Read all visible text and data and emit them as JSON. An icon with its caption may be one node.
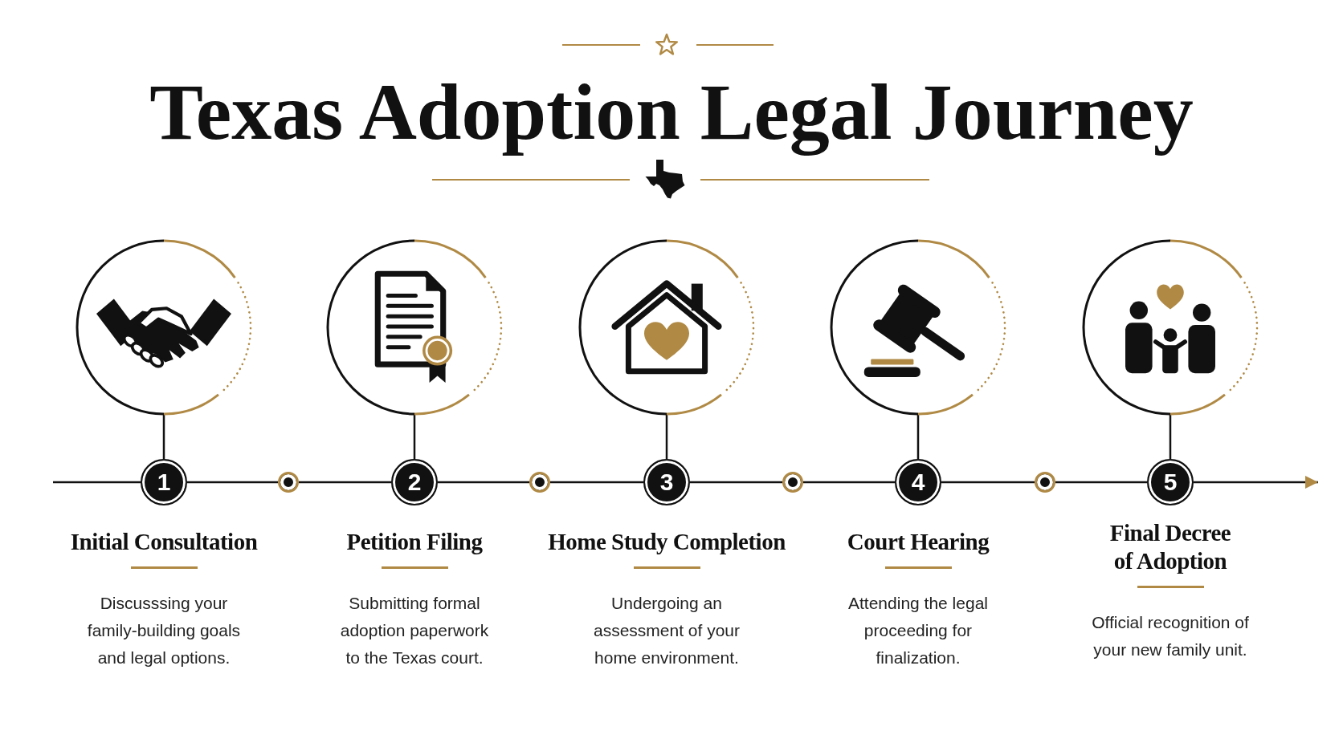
{
  "diagram": {
    "title": "Texas Adoption Legal Journey",
    "nodes": [
      {
        "text": [],
        "shape": "picture"
      },
      {
        "text": [],
        "shape": "picture"
      },
      {
        "text": [],
        "shape": "picture"
      },
      {
        "text": [],
        "shape": "picture"
      },
      {
        "text": [],
        "shape": "picture"
      },
      {
        "text": [
          "1"
        ],
        "beside": [
          "Initial Consultation",
          "Discusssing your family-building goals and legal options."
        ]
      },
      {
        "text": [],
        "shape": "circle"
      },
      {
        "text": [
          "2"
        ],
        "beside": [
          "Petition Filing",
          "Submitting formal adoption paperwork to the Texas court."
        ]
      },
      {
        "text": [],
        "shape": "circle"
      },
      {
        "text": [
          "3"
        ],
        "beside": [
          "Home Study Completion",
          "Undergoing an assessment of your home environment."
        ]
      },
      {
        "text": [],
        "shape": "circle"
      },
      {
        "text": [
          "4"
        ],
        "beside": [
          "Court Hearing",
          "Attending the legal proceeding for finalization."
        ]
      },
      {
        "text": [],
        "shape": "circle"
      },
      {
        "text": [
          "5"
        ],
        "beside": [
          "Final Decree of Adoption",
          "Official recognition of your new family unit."
        ]
      }
    ],
    "edges": [
      {
        "from": 0,
        "to": 5,
        "arrow": "none"
      },
      {
        "from": 1,
        "to": 7,
        "arrow": "none"
      },
      {
        "from": 2,
        "to": 9,
        "arrow": "none"
      },
      {
        "from": 3,
        "to": 11,
        "arrow": "none"
      },
      {
        "from": 4,
        "to": 13,
        "arrow": "none"
      },
      {
        "from": null,
        "to": 5,
        "arrow": "none"
      },
      {
        "from": 5,
        "to": 6,
        "arrow": "none"
      },
      {
        "from": 6,
        "to": 7,
        "arrow": "none"
      },
      {
        "from": 7,
        "to": 8,
        "arrow": "none"
      },
      {
        "from": 8,
        "to": 9,
        "arrow": "none"
      },
      {
        "from": 9,
        "to": 10,
        "arrow": "none"
      },
      {
        "from": 10,
        "to": 11,
        "arrow": "none"
      },
      {
        "from": 11,
        "to": 12,
        "arrow": "none"
      },
      {
        "from": 12,
        "to": 13,
        "arrow": "none"
      },
      {
        "from": 13,
        "to": null,
        "arrow": "to"
      }
    ]
  }
}
